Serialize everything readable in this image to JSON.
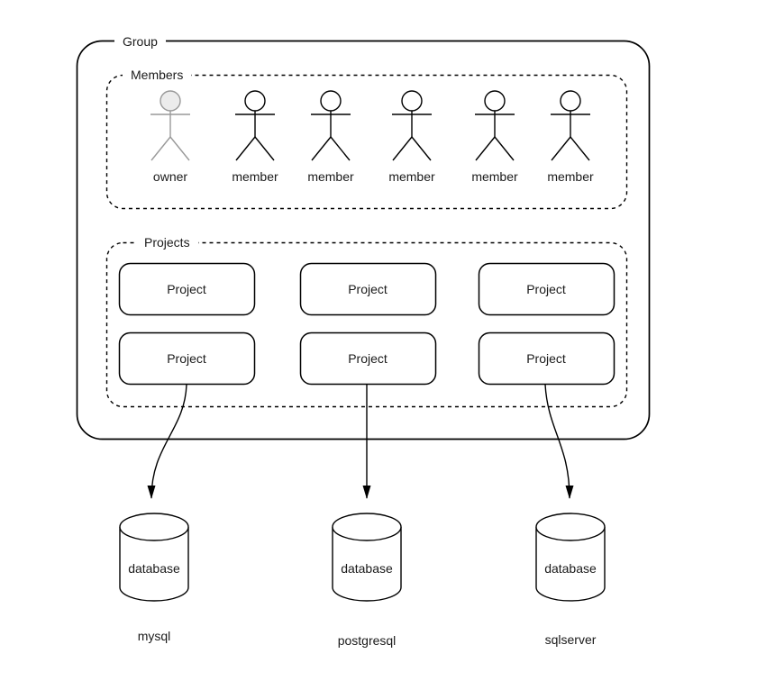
{
  "group": {
    "label": "Group"
  },
  "members": {
    "label": "Members",
    "people": [
      {
        "label": "owner",
        "type": "owner"
      },
      {
        "label": "member",
        "type": "member"
      },
      {
        "label": "member",
        "type": "member"
      },
      {
        "label": "member",
        "type": "member"
      },
      {
        "label": "member",
        "type": "member"
      },
      {
        "label": "member",
        "type": "member"
      }
    ]
  },
  "projects": {
    "label": "Projects",
    "boxes": [
      {
        "label": "Project"
      },
      {
        "label": "Project"
      },
      {
        "label": "Project"
      },
      {
        "label": "Project"
      },
      {
        "label": "Project"
      },
      {
        "label": "Project"
      }
    ]
  },
  "databases": [
    {
      "shape_label": "database",
      "name": "mysql"
    },
    {
      "shape_label": "database",
      "name": "postgresql"
    },
    {
      "shape_label": "database",
      "name": "sqlserver"
    }
  ],
  "colors": {
    "stroke": "#000000",
    "owner_stroke": "#999999",
    "owner_head_fill": "#ececec",
    "shape_fill": "#ffffff",
    "text": "#1a1a1a",
    "background": "#ffffff"
  }
}
